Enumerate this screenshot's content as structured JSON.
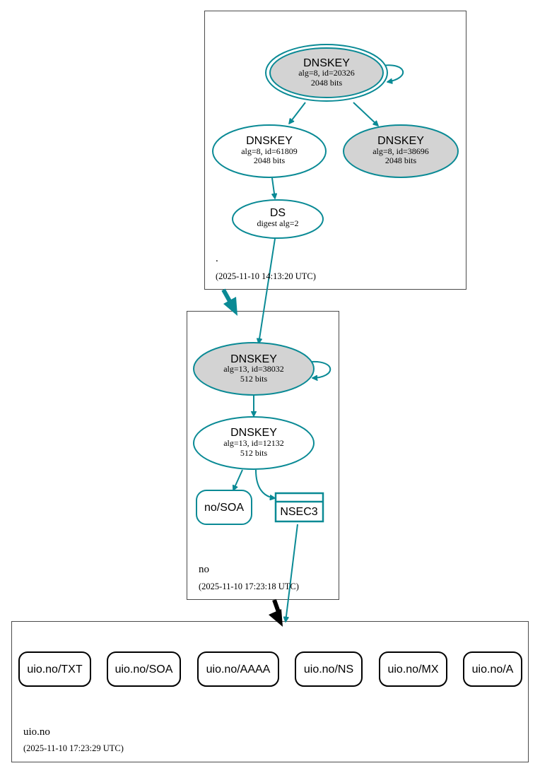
{
  "zones": {
    "root": {
      "name": ".",
      "timestamp": "(2025-11-10 14:13:20 UTC)"
    },
    "no": {
      "name": "no",
      "timestamp": "(2025-11-10 17:23:18 UTC)"
    },
    "uio": {
      "name": "uio.no",
      "timestamp": "(2025-11-10 17:23:29 UTC)"
    }
  },
  "nodes": {
    "root_ksk": {
      "type": "DNSKEY",
      "detail": "alg=8, id=20326",
      "bits": "2048 bits"
    },
    "root_zsk1": {
      "type": "DNSKEY",
      "detail": "alg=8, id=61809",
      "bits": "2048 bits"
    },
    "root_zsk2": {
      "type": "DNSKEY",
      "detail": "alg=8, id=38696",
      "bits": "2048 bits"
    },
    "root_ds": {
      "type": "DS",
      "detail": "digest alg=2"
    },
    "no_ksk": {
      "type": "DNSKEY",
      "detail": "alg=13, id=38032",
      "bits": "512 bits"
    },
    "no_zsk": {
      "type": "DNSKEY",
      "detail": "alg=13, id=12132",
      "bits": "512 bits"
    }
  },
  "records": {
    "no_soa": "no/SOA",
    "no_nsec3": "NSEC3",
    "uio": [
      "uio.no/TXT",
      "uio.no/SOA",
      "uio.no/AAAA",
      "uio.no/NS",
      "uio.no/MX",
      "uio.no/A"
    ]
  },
  "colors": {
    "edge": "#0a8a95",
    "secure_fill": "#d3d3d3",
    "border": "#4a4a4a"
  }
}
